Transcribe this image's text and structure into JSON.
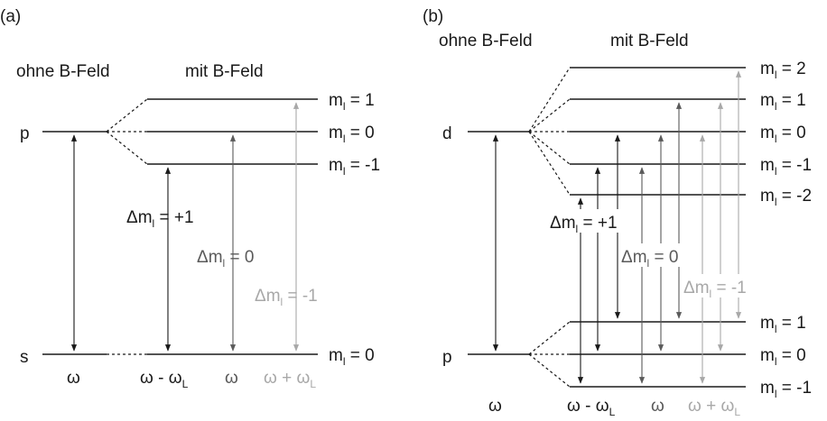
{
  "panel_a": {
    "tag": "(a)",
    "header_no_field": "ohne B-Feld",
    "header_field": "mit B-Feld",
    "upper_state": "p",
    "lower_state": "s",
    "ml_prefix": "m",
    "ml_sub": "l",
    "upper_levels": [
      " = 1",
      " = 0",
      " = -1"
    ],
    "lower_levels": [
      " = 0"
    ],
    "delta_prefix": "Δm",
    "delta_plus": " = +1",
    "delta_zero": " = 0",
    "delta_minus": " = -1",
    "omega": "ω",
    "omega_minus_a": "ω - ω",
    "omega_plus_a": "ω + ω",
    "omega_sub": "L"
  },
  "panel_b": {
    "tag": "(b)",
    "header_no_field": "ohne B-Feld",
    "header_field": "mit B-Feld",
    "upper_state": "d",
    "lower_state": "p",
    "upper_levels": [
      " = 2",
      " = 1",
      " = 0",
      " = -1",
      " = -2"
    ],
    "lower_levels": [
      " = 1",
      " = 0",
      " = -1"
    ],
    "delta_plus": " = +1",
    "delta_zero": " = 0",
    "delta_minus": " = -1"
  },
  "colors": {
    "delta_plus": "#1a1a1a",
    "delta_zero": "#5a5a5a",
    "delta_minus": "#a8a8a8"
  }
}
